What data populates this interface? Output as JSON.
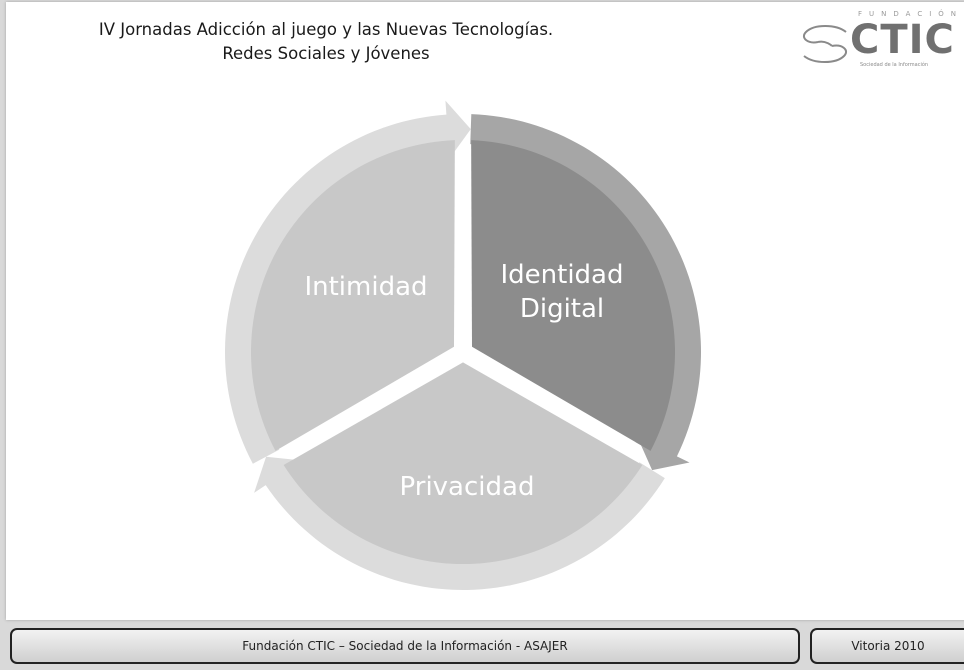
{
  "title": {
    "line1": "IV Jornadas Adicción al juego y las Nuevas Tecnologías.",
    "line2": "Redes Sociales y Jóvenes"
  },
  "logo": {
    "top_text": "FUNDACIÓN",
    "name": "CTIC",
    "subtitle": "Sociedad de la Información"
  },
  "diagram": {
    "segments": [
      {
        "label_lines": [
          "Intimidad"
        ]
      },
      {
        "label_lines": [
          "Identidad",
          "Digital"
        ]
      },
      {
        "label_lines": [
          "Privacidad"
        ]
      }
    ]
  },
  "footer": {
    "left": "Fundación CTIC – Sociedad de la Información  - ASAJER",
    "right": "Vitoria 2010"
  },
  "colors": {
    "segment_light": "#c8c8c8",
    "segment_dark": "#8c8c8c",
    "arrow_light": "#dcdcdc",
    "arrow_dark": "#a6a6a6"
  }
}
